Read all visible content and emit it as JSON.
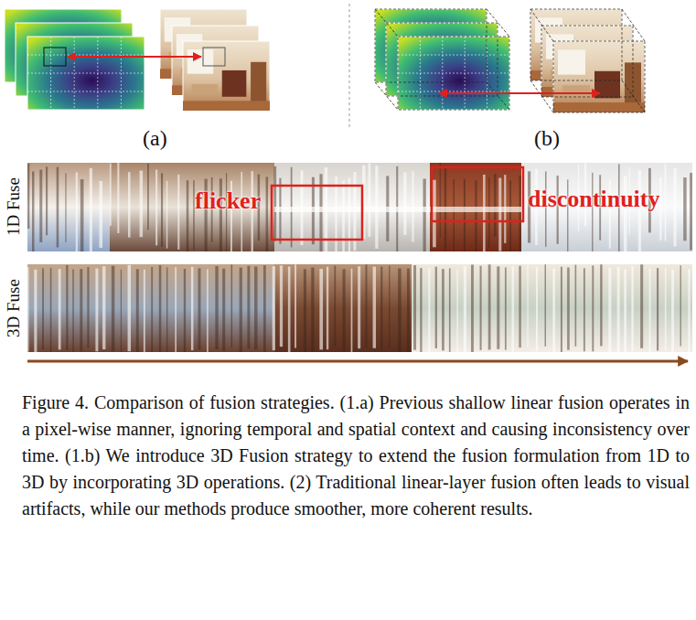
{
  "diagram": {
    "caption": "Figure 4. Comparison of fusion strategies. (1.a) Previous shallow linear fusion operates in a pixel-wise manner, ignoring temporal and spatial context and causing inconsistency over time. (1.b) We introduce 3D Fusion strategy to extend the fusion formulation from 1D to 3D by incorporating 3D operations. (2) Traditional linear-layer fusion often leads to visual artifacts, while our methods produce smoother, more coherent results.",
    "labels": [
      "(a)",
      "(b)",
      "1D Fuse",
      "flicker",
      "discontinuity",
      "3D Fuse"
    ]
  }
}
